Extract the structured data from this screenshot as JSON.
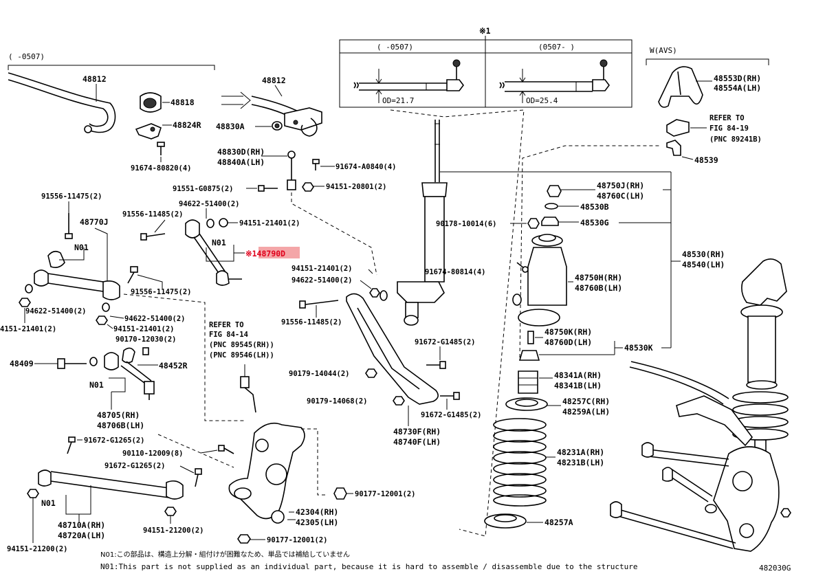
{
  "diagram_id": "482030G",
  "marks": {
    "star1": "※1"
  },
  "ranges": {
    "top_left": "(     -0507)",
    "inset_left": "(     -0507)",
    "inset_right": "(0507-     )",
    "wavs": "W(AVS)"
  },
  "inset": {
    "od_left": "OD=21.7",
    "od_right": "OD=25.4"
  },
  "refer1": {
    "line1": "REFER TO",
    "line2": "FIG 84-19",
    "line3": "(PNC 89241B)"
  },
  "refer2": {
    "line1": "REFER TO",
    "line2": "FIG 84-14",
    "line3": "(PNC 89545(RH))",
    "line4": "(PNC 89546(LH))"
  },
  "labels": {
    "p48812a": "48812",
    "p48812b": "48812",
    "p48818": "48818",
    "p48824R": "48824R",
    "p48830A": "48830A",
    "p91674_80820": "91674-80820(4)",
    "p48830D": "48830D(RH)",
    "p48840A": "48840A(LH)",
    "p91674_A0840": "91674-A0840(4)",
    "p91551": "91551-G0875(2)",
    "p94151_20801": "94151-20801(2)",
    "p91556_11475a": "91556-11475(2)",
    "p94622_51400a": "94622-51400(2)",
    "p48770J": "48770J",
    "p91556_11485a": "91556-11485(2)",
    "p94151_21401a": "94151-21401(2)",
    "n01a": "N01",
    "n01b": "N01",
    "p148790D": "※148790D",
    "p91556_11475b": "91556-11475(2)",
    "p94622_51400b": "94622-51400(2)",
    "p94622_51400c": "94622-51400(2)",
    "p4151_21401": "4151-21401(2)",
    "p94151_21401b": "94151-21401(2)",
    "p90170_12030": "90170-12030(2)",
    "p48409": "48409",
    "p48452R": "48452R",
    "n01c": "N01",
    "p48705": "48705(RH)",
    "p48706B": "48706B(LH)",
    "p91672_G1265a": "91672-G1265(2)",
    "p90110_12009": "90110-12009(8)",
    "p91672_G1265b": "91672-G1265(2)",
    "n01d": "N01",
    "p48710A": "48710A(RH)",
    "p48720A": "48720A(LH)",
    "p94151_21200a": "94151-21200(2)",
    "p94151_21200b": "94151-21200(2)",
    "p42304": "42304(RH)",
    "p42305": "42305(LH)",
    "p90177_12001a": "90177-12001(2)",
    "p90177_12001b": "90177-12001(2)",
    "p94151_21401c": "94151-21401(2)",
    "p94622_51400d": "94622-51400(2)",
    "p91556_11485b": "91556-11485(2)",
    "p90179_14044": "90179-14044(2)",
    "p90179_14068": "90179-14068(2)",
    "p91672_G1485a": "91672-G1485(2)",
    "p91672_G1485b": "91672-G1485(2)",
    "p48730F": "48730F(RH)",
    "p48740F": "48740F(LH)",
    "p90178_10014": "90178-10014(6)",
    "p91674_80814": "91674-80814(4)",
    "p48553D": "48553D(RH)",
    "p48554A": "48554A(LH)",
    "p48539": "48539",
    "p48750J": "48750J(RH)",
    "p48760C": "48760C(LH)",
    "p48530B": "48530B",
    "p48530G": "48530G",
    "p48530RH": "48530(RH)",
    "p48540LH": "48540(LH)",
    "p48750H": "48750H(RH)",
    "p48760B": "48760B(LH)",
    "p48750K": "48750K(RH)",
    "p48760D": "48760D(LH)",
    "p48530K": "48530K",
    "p48341A": "48341A(RH)",
    "p48341B": "48341B(LH)",
    "p48257C": "48257C(RH)",
    "p48259A": "48259A(LH)",
    "p48231A": "48231A(RH)",
    "p48231B": "48231B(LH)",
    "p48257A": "48257A"
  },
  "footnotes": {
    "jp": "N01:この部品は、構造上分解・組付けが困難なため、単品では補給していません",
    "en": "N01:This part is not supplied as an individual part, because it is hard to assemble / disassemble due to the structure"
  },
  "colors": {
    "highlight_bg": "#f4a6a8",
    "highlight_text": "#e0001b",
    "line": "#000000"
  }
}
